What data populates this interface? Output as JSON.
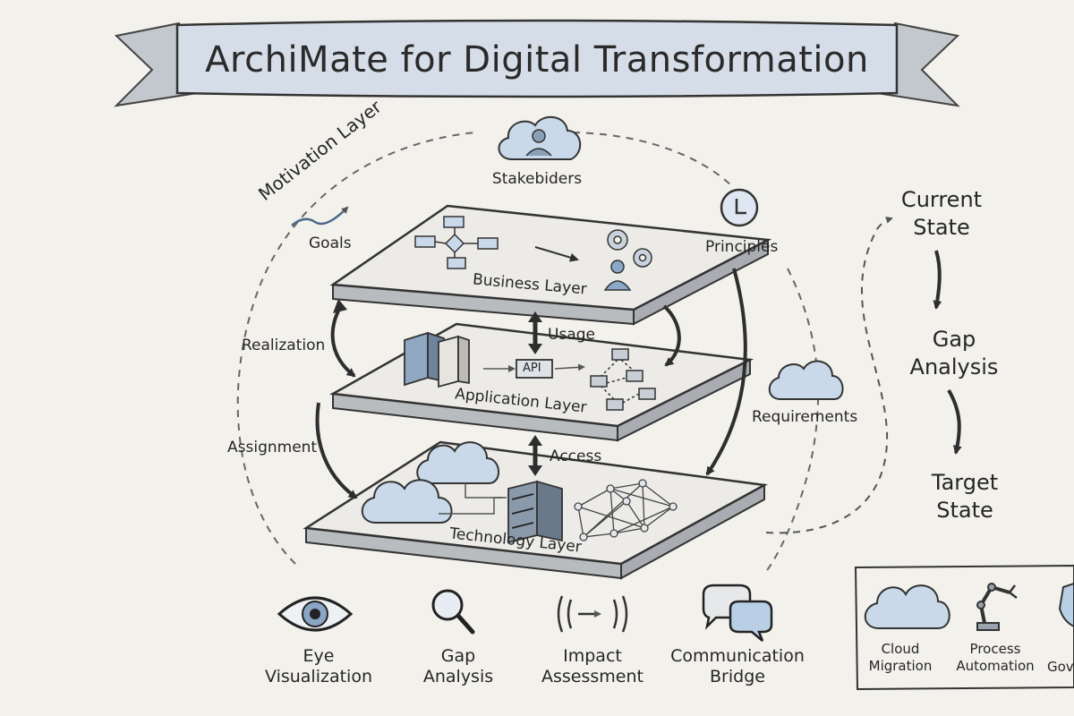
{
  "title": "ArchiMate for Digital Transformation",
  "motivation": {
    "layer_label": "Motivation Layer",
    "stakeholders": "Stakebiders",
    "goals": "Goals",
    "principles": "Principles",
    "requirements": "Requirements"
  },
  "layers": {
    "business": "Business Layer",
    "application": "Application Layer",
    "technology": "Technology Layer",
    "api": "API"
  },
  "relations": {
    "usage": "Usage",
    "access": "Access",
    "realization": "Realization",
    "assignment": "Assignment"
  },
  "states": {
    "current": [
      "Current",
      "State"
    ],
    "gap": [
      "Gap",
      "Analysis"
    ],
    "target": [
      "Target",
      "State"
    ]
  },
  "bottom_icons": [
    {
      "icon": "eye-icon",
      "lines": [
        "Eye",
        "Visualization"
      ]
    },
    {
      "icon": "magnifier-icon",
      "lines": [
        "Gap",
        "Analysis"
      ]
    },
    {
      "icon": "signal-icon",
      "lines": [
        "Impact",
        "Assessment"
      ]
    },
    {
      "icon": "speech-bubbles-icon",
      "lines": [
        "Communication",
        "Bridge"
      ]
    }
  ],
  "legend": [
    {
      "icon": "cloud-icon",
      "lines": [
        "Cloud",
        "Migration"
      ]
    },
    {
      "icon": "robot-arm-icon",
      "lines": [
        "Process",
        "Automation"
      ]
    },
    {
      "icon": "shield-icon",
      "lines": [
        "Gov",
        ""
      ]
    }
  ],
  "colors": {
    "background": "#f3f1ec",
    "accent_blue": "#b9cfe6",
    "ink": "#2b2b2b"
  }
}
